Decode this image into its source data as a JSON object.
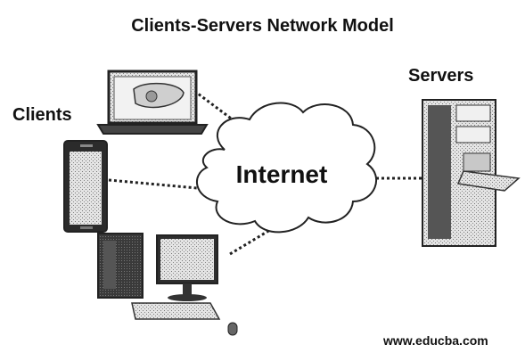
{
  "diagram": {
    "title": "Clients-Servers Network Model",
    "clients_label": "Clients",
    "servers_label": "Servers",
    "cloud_label": "Internet",
    "footer_url": "www.educba.com"
  },
  "nodes": [
    {
      "name": "laptop",
      "group": "Clients"
    },
    {
      "name": "mobile-phone",
      "group": "Clients"
    },
    {
      "name": "desktop-computer",
      "group": "Clients"
    },
    {
      "name": "server-rack",
      "group": "Servers"
    }
  ],
  "colors": {
    "line": "#222222",
    "device": "#333333",
    "device_light": "#dcdcdc",
    "background": "#ffffff"
  }
}
